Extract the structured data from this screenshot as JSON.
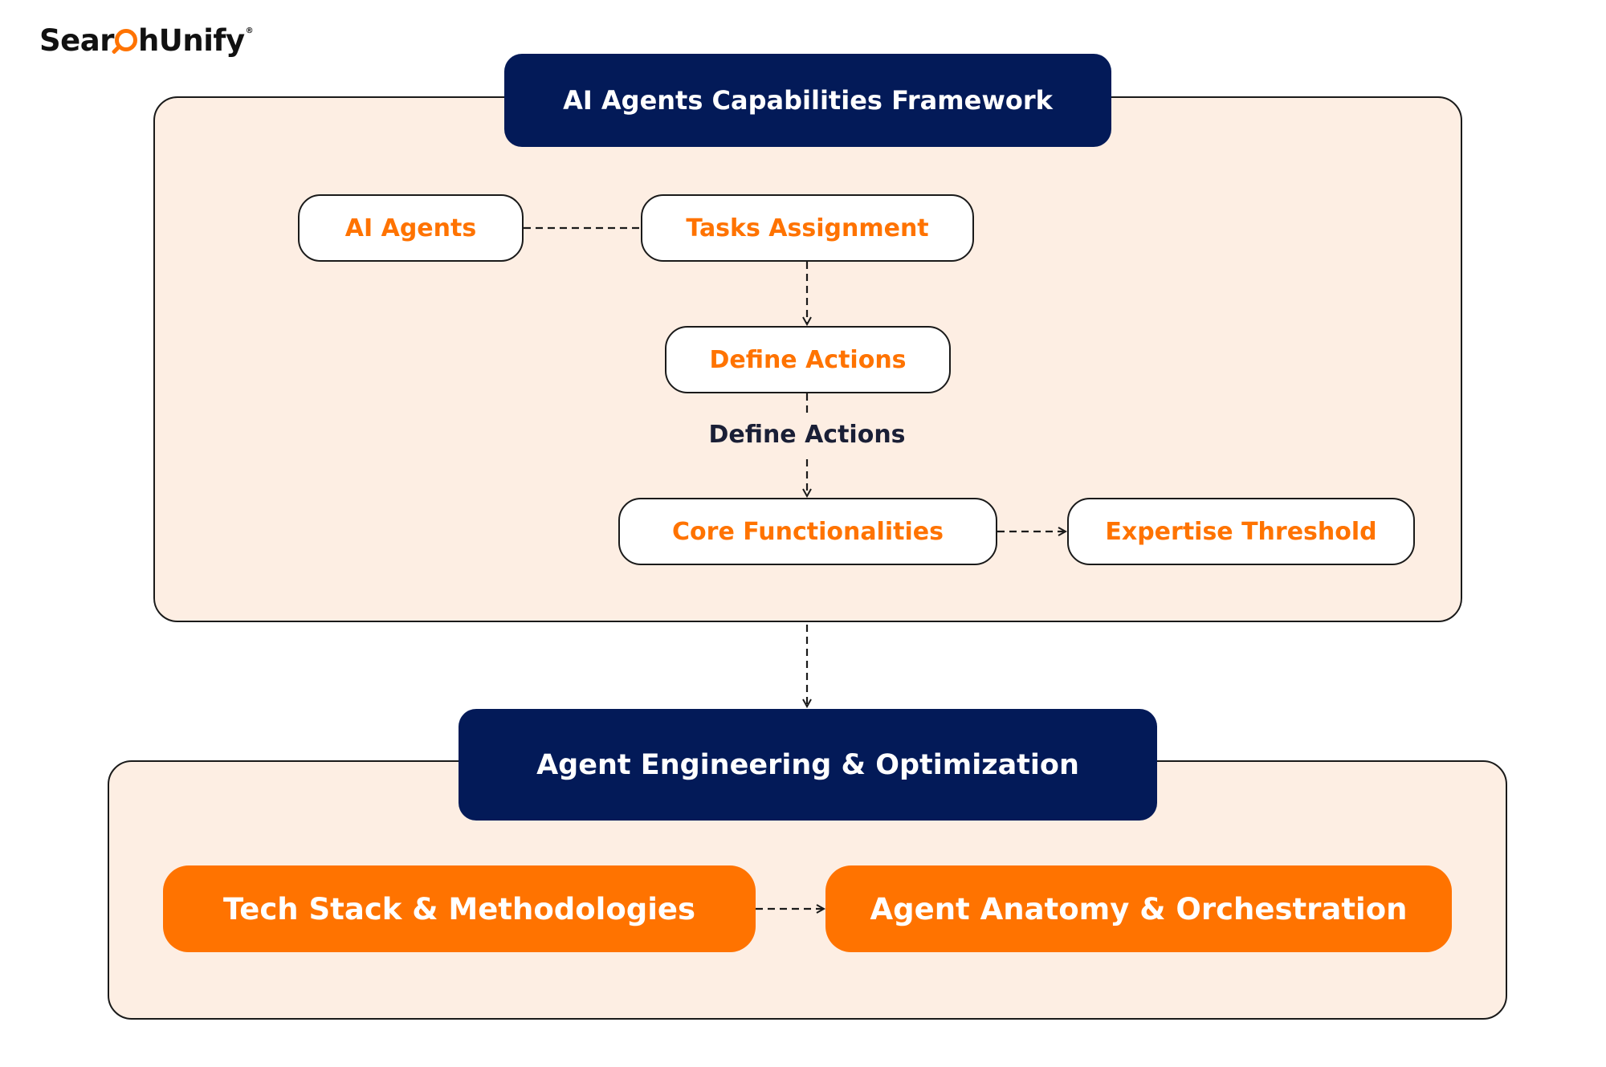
{
  "brand": {
    "logo_text_before": "Sear",
    "logo_text_after": "hUnify",
    "registered_mark": "®"
  },
  "framework": {
    "title": "AI Agents Capabilities Framework",
    "nodes": {
      "ai_agents": "AI Agents",
      "tasks_assignment": "Tasks Assignment",
      "define_actions": "Define Actions",
      "core_functionalities": "Core Functionalities",
      "expertise_threshold": "Expertise Threshold"
    },
    "edge_label": "Define Actions"
  },
  "engineering": {
    "title": "Agent Engineering & Optimization",
    "pills": {
      "tech_stack": "Tech Stack & Methodologies",
      "agent_anatomy": "Agent Anatomy & Orchestration"
    }
  },
  "colors": {
    "navy": "#031a58",
    "orange": "#ff7300",
    "panel": "#fdeee3",
    "stroke": "#1a1a1a"
  }
}
